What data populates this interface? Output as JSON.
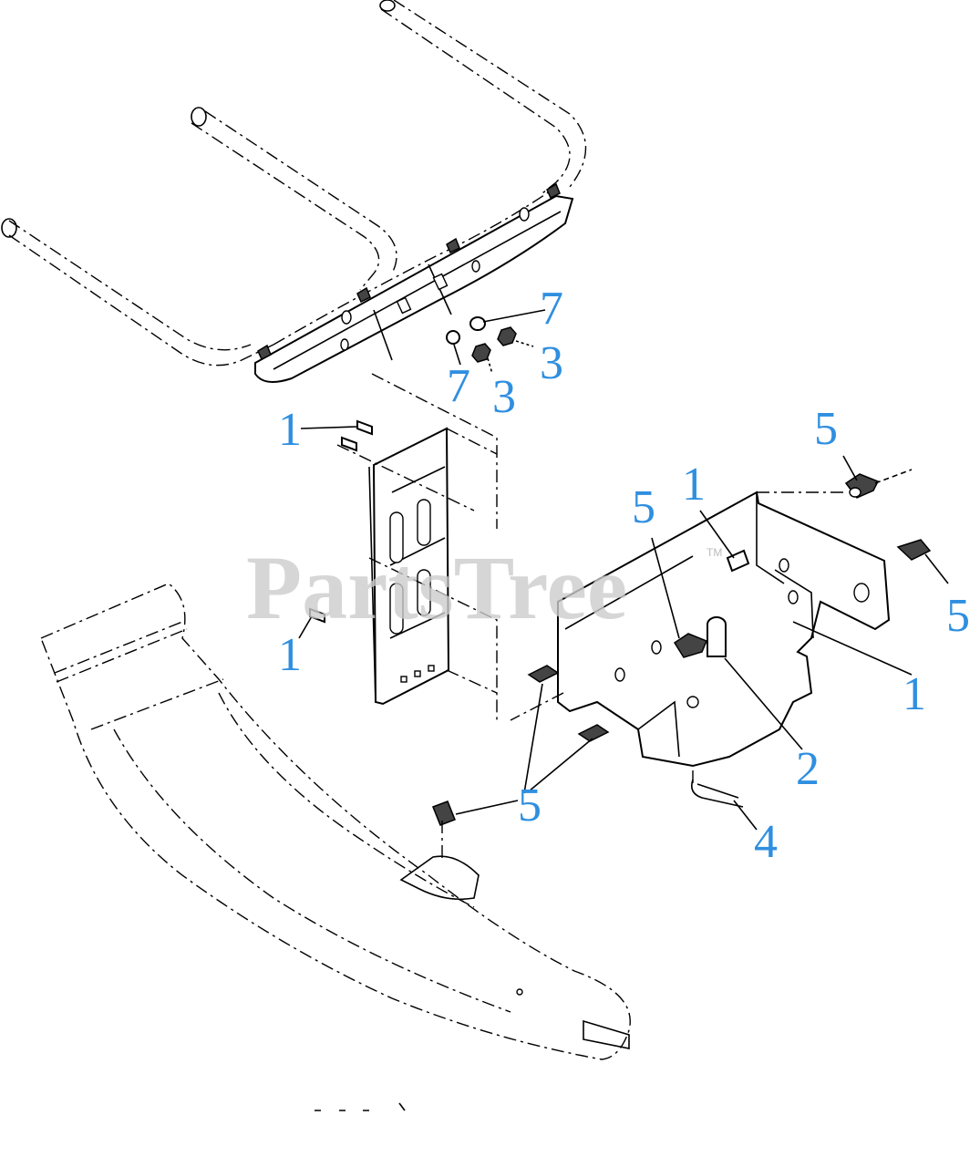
{
  "watermark": "PartsTree",
  "watermark_tm": "TM",
  "callouts": {
    "c7a": "7",
    "c7b": "7",
    "c3a": "3",
    "c3b": "3",
    "c1a": "1",
    "c1b": "1",
    "c1c": "1",
    "c1d": "1",
    "c5a": "5",
    "c5b": "5",
    "c5c": "5",
    "c5d": "5",
    "c2": "2",
    "c4": "4"
  },
  "colors": {
    "callout": "#2f8fe0",
    "lines": "#000000",
    "watermark": "#cccccc"
  }
}
